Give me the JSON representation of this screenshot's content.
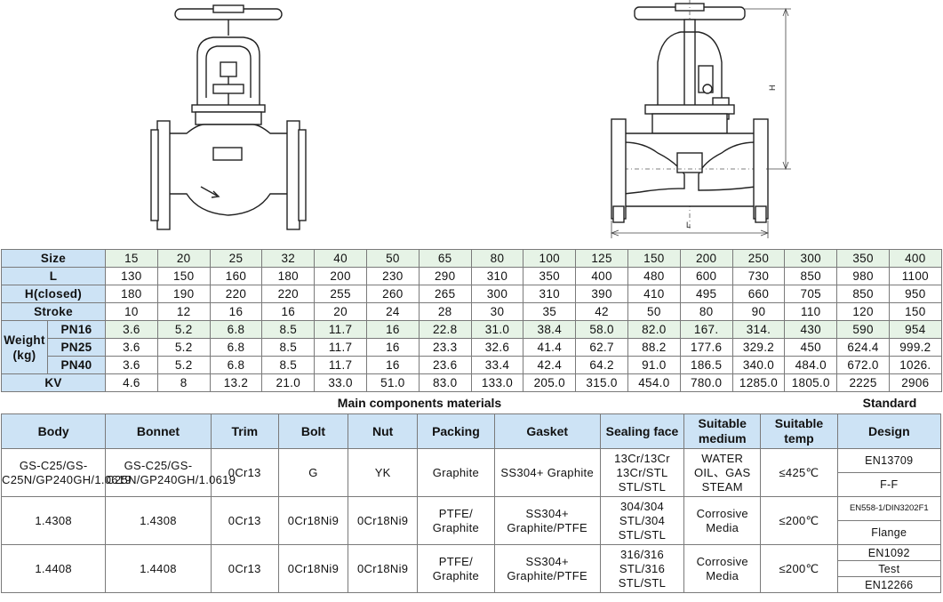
{
  "drawing": {
    "dim_h": "H",
    "dim_l": "L"
  },
  "spec": {
    "rows": [
      {
        "label": "Size",
        "values": [
          "15",
          "20",
          "25",
          "32",
          "40",
          "50",
          "65",
          "80",
          "100",
          "125",
          "150",
          "200",
          "250",
          "300",
          "350",
          "400"
        ]
      },
      {
        "label": "L",
        "values": [
          "130",
          "150",
          "160",
          "180",
          "200",
          "230",
          "290",
          "310",
          "350",
          "400",
          "480",
          "600",
          "730",
          "850",
          "980",
          "1100"
        ]
      },
      {
        "label": "H(closed)",
        "values": [
          "180",
          "190",
          "220",
          "220",
          "255",
          "260",
          "265",
          "300",
          "310",
          "390",
          "410",
          "495",
          "660",
          "705",
          "850",
          "950"
        ]
      },
      {
        "label": "Stroke",
        "values": [
          "10",
          "12",
          "16",
          "16",
          "20",
          "24",
          "28",
          "30",
          "35",
          "42",
          "50",
          "80",
          "90",
          "110",
          "120",
          "150"
        ]
      }
    ],
    "weight_label": "Weight (kg)",
    "weights": [
      {
        "label": "PN16",
        "values": [
          "3.6",
          "5.2",
          "6.8",
          "8.5",
          "11.7",
          "16",
          "22.8",
          "31.0",
          "38.4",
          "58.0",
          "82.0",
          "167.",
          "314.",
          "430",
          "590",
          "954"
        ]
      },
      {
        "label": "PN25",
        "values": [
          "3.6",
          "5.2",
          "6.8",
          "8.5",
          "11.7",
          "16",
          "23.3",
          "32.6",
          "41.4",
          "62.7",
          "88.2",
          "177.6",
          "329.2",
          "450",
          "624.4",
          "999.2"
        ]
      },
      {
        "label": "PN40",
        "values": [
          "3.6",
          "5.2",
          "6.8",
          "8.5",
          "11.7",
          "16",
          "23.6",
          "33.4",
          "42.4",
          "64.2",
          "91.0",
          "186.5",
          "340.0",
          "484.0",
          "672.0",
          "1026."
        ]
      }
    ],
    "kv": {
      "label": "KV",
      "values": [
        "4.6",
        "8",
        "13.2",
        "21.0",
        "33.0",
        "51.0",
        "83.0",
        "133.0",
        "205.0",
        "315.0",
        "454.0",
        "780.0",
        "1285.0",
        "1805.0",
        "2225",
        "2906"
      ]
    }
  },
  "materials": {
    "title": "Main components materials",
    "standard_title": "Standard",
    "headers": {
      "body": "Body",
      "bonnet": "Bonnet",
      "trim": "Trim",
      "bolt": "Bolt",
      "nut": "Nut",
      "packing": "Packing",
      "gasket": "Gasket",
      "sealing": "Sealing face",
      "medium": "Suitable medium",
      "temp": "Suitable temp",
      "design": "Design"
    },
    "rows": [
      {
        "body": "GS-C25/GS-C25N/GP240GH/1.0619",
        "bonnet": "GS-C25/GS-C25N/GP240GH/1.0619",
        "trim": "0Cr13",
        "bolt": "G",
        "nut": "YK",
        "packing": "Graphite",
        "gasket": "SS304+ Graphite",
        "sealing": "13Cr/13Cr 13Cr/STL STL/STL",
        "medium": "WATER OIL、GAS STEAM",
        "temp": "≤425℃"
      },
      {
        "body": "1.4308",
        "bonnet": "1.4308",
        "trim": "0Cr13",
        "bolt": "0Cr18Ni9",
        "nut": "0Cr18Ni9",
        "packing": "PTFE/ Graphite",
        "gasket": "SS304+ Graphite/PTFE",
        "sealing": "304/304 STL/304 STL/STL",
        "medium": "Corrosive Media",
        "temp": "≤200℃"
      },
      {
        "body": "1.4408",
        "bonnet": "1.4408",
        "trim": "0Cr13",
        "bolt": "0Cr18Ni9",
        "nut": "0Cr18Ni9",
        "packing": "PTFE/ Graphite",
        "gasket": "SS304+ Graphite/PTFE",
        "sealing": "316/316 STL/316 STL/STL",
        "medium": "Corrosive Media",
        "temp": "≤200℃"
      }
    ],
    "standards": {
      "design_1": "EN13709",
      "design_2": "F-F",
      "flange_std": "EN558-1/DIN3202F1",
      "flange": "Flange",
      "flange_2": "EN1092",
      "test": "Test",
      "test_std": "EN12266"
    }
  }
}
